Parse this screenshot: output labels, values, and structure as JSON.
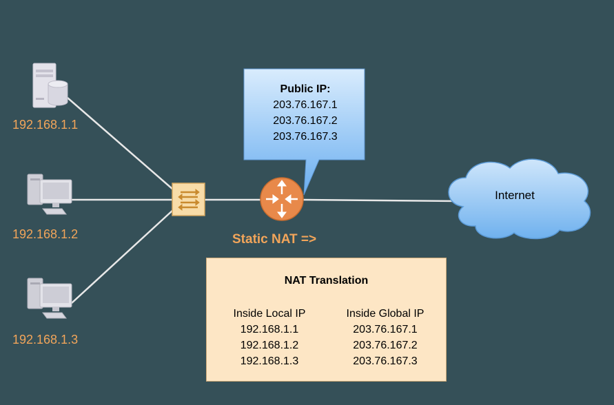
{
  "colors": {
    "background": "#355058",
    "accent_orange": "#f2a55a",
    "router": "#e8894a",
    "switch": "#f8dca8",
    "callout": "#7cb8ef",
    "cloud": "#8ec3f2",
    "table_bg": "#fde6c5",
    "device": "#e6e6ea"
  },
  "hosts": [
    {
      "label": "192.168.1.1",
      "icon": "server-icon"
    },
    {
      "label": "192.168.1.2",
      "icon": "desktop-computer-icon"
    },
    {
      "label": "192.168.1.3",
      "icon": "desktop-computer-icon"
    }
  ],
  "callout": {
    "title": "Public IP:",
    "lines": [
      "203.76.167.1",
      "203.76.167.2",
      "203.76.167.3"
    ]
  },
  "cloud": {
    "label": "Internet"
  },
  "static_nat_label": "Static NAT =>",
  "nat_table": {
    "title": "NAT Translation",
    "columns": [
      {
        "header": "Inside Local IP",
        "rows": [
          "192.168.1.1",
          "192.168.1.2",
          "192.168.1.3"
        ]
      },
      {
        "header": "Inside Global IP",
        "rows": [
          "203.76.167.1",
          "203.76.167.2",
          "203.76.167.3"
        ]
      }
    ]
  }
}
